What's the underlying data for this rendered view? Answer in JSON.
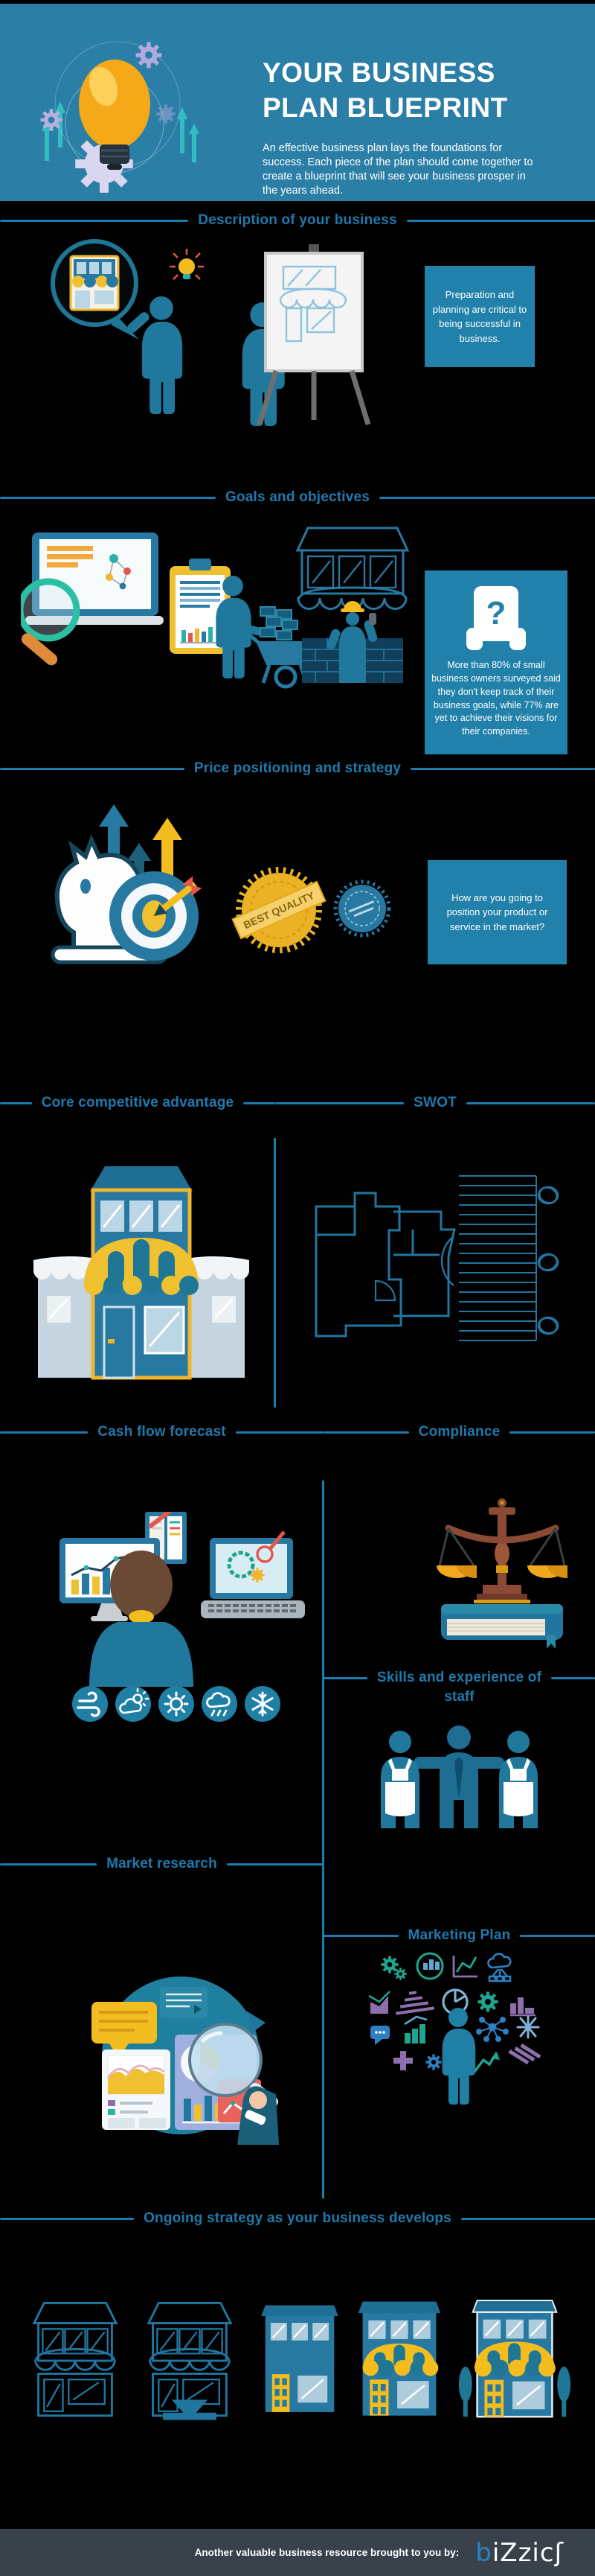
{
  "banner": {
    "title_line1": "YOUR BUSINESS",
    "title_line2": "PLAN BLUEPRINT",
    "description": "An effective business plan lays the foundations for success. Each piece of the plan should come together to create a blueprint that will see your business prosper in the years ahead."
  },
  "sections": {
    "description_of_business": {
      "title": "Description of your business",
      "callout": "Preparation and planning are critical to being successful in business."
    },
    "goals": {
      "title": "Goals and objectives",
      "callout_icon": "?",
      "callout": "More than 80% of small business owners surveyed said they don't keep track of their business goals, while 77% are yet to achieve their visions for their companies."
    },
    "price": {
      "title": "Price positioning and strategy",
      "stamp_text": "BEST QUALITY",
      "callout": "How are you going to position your product or service in the market?"
    },
    "core_advantage": {
      "title": "Core competitive advantage"
    },
    "swot": {
      "title": "SWOT"
    },
    "cash_flow": {
      "title": "Cash flow forecast"
    },
    "compliance": {
      "title": "Compliance"
    },
    "skills": {
      "title_line1": "Skills and experience of",
      "title_line2": "staff"
    },
    "market_research": {
      "title": "Market research"
    },
    "marketing_plan": {
      "title": "Marketing Plan"
    },
    "ongoing": {
      "title": "Ongoing strategy as your business develops"
    }
  },
  "footer": {
    "text": "Another valuable business resource brought to you by:",
    "logo_b": "b",
    "logo_mid": "iZzic",
    "logo_s": "ʃ"
  },
  "colors": {
    "background": "#000000",
    "banner_blue": "#2B7FA6",
    "callout_blue": "#2181AA",
    "heading_blue": "#1E7BAD",
    "figure_blue": "#21789D",
    "accent_yellow": "#EFB52B",
    "footer_bg": "#39424B",
    "logo_blue": "#2E82C4"
  }
}
